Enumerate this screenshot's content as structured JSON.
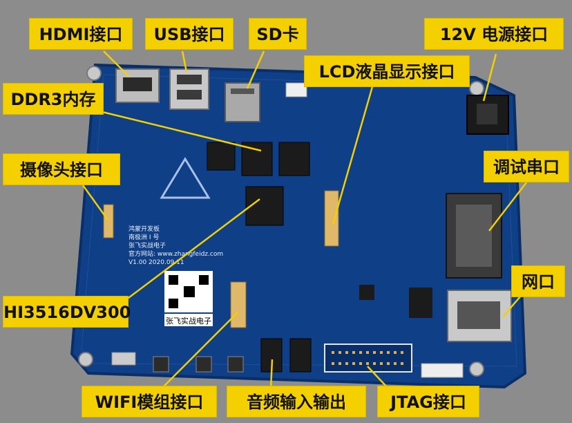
{
  "colors": {
    "background": "#8c8c8c",
    "pcb": "#0f3f86",
    "pcb_dark": "#0a2f68",
    "label_fill": "#f4d000",
    "callout_line": "#f4d000",
    "chip": "#1b1b1b",
    "connector": "#e0b86a"
  },
  "labels": {
    "hdmi": "HDMI接口",
    "usb": "USB接口",
    "sd": "SD卡",
    "power": "12V 电源接口",
    "lcd": "LCD液晶显示接口",
    "ddr3": "DDR3内存",
    "camera": "摄像头接口",
    "debug_serial": "调试串口",
    "network": "网口",
    "soc": "HI3516DV300",
    "wifi": "WIFI模组接口",
    "audio": "音频输入输出",
    "jtag": "JTAG接口"
  },
  "board_silkscreen": {
    "board_name": "鸿蒙开发板",
    "model": "南极洲 I 号",
    "vendor": "张飞实战电子",
    "website": "官方网站: www.zhangfeidz.com",
    "version": "V1.00 2020.09.11",
    "qr_caption": "张飞实战电子"
  }
}
